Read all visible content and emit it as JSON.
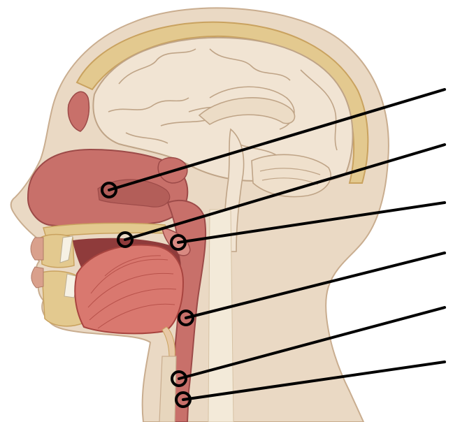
{
  "diagram": {
    "colors": {
      "background": "#ffffff",
      "skin": "#ead9c4",
      "skin_edge": "#c9ad8f",
      "brain": "#f1e4d3",
      "brain_line": "#bfa487",
      "bone": "#e3c98f",
      "bone_dark": "#c9a25f",
      "cavity": "#c8706a",
      "cavity_dark": "#9c4a48",
      "muscle": "#d9786f",
      "muscle_dark": "#a8443f",
      "teeth": "#f6f1e4",
      "leader": "#000000"
    },
    "markers": [
      {
        "id": "nasal-cavity",
        "label": ""
      },
      {
        "id": "hard-palate",
        "label": ""
      },
      {
        "id": "soft-palate",
        "label": ""
      },
      {
        "id": "oropharynx",
        "label": ""
      },
      {
        "id": "larynx",
        "label": ""
      },
      {
        "id": "esophagus",
        "label": ""
      }
    ]
  }
}
